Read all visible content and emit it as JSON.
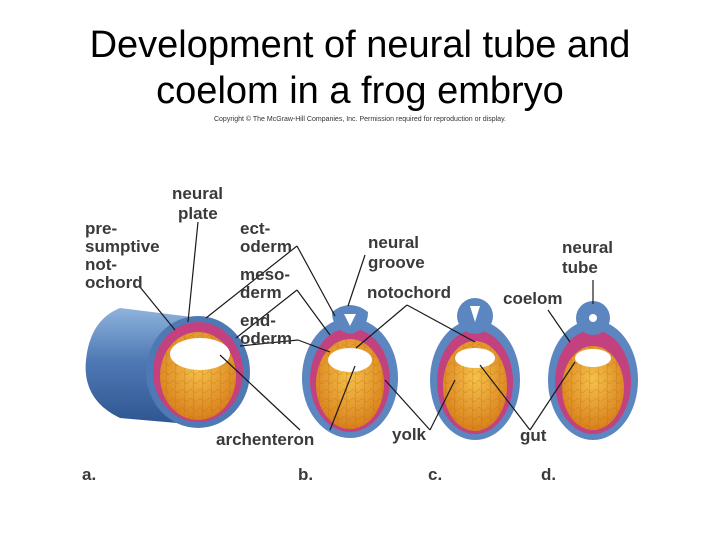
{
  "title_line1": "Development of neural tube and",
  "title_line2": "coelom in a frog embryo",
  "copyright": "Copyright © The McGraw-Hill Companies, Inc. Permission required for reproduction or display.",
  "labels": {
    "neural_plate": [
      "neural",
      "plate"
    ],
    "presumptive_notochord": [
      "pre-",
      "sumptive",
      "not-",
      "ochord"
    ],
    "ectoderm": [
      "ect-",
      "oderm"
    ],
    "mesoderm": [
      "meso-",
      "derm"
    ],
    "endoderm": [
      "end-",
      "oderm"
    ],
    "neural_groove": [
      "neural",
      "groove"
    ],
    "notochord": "notochord",
    "coelom": "coelom",
    "neural_tube": [
      "neural",
      "tube"
    ],
    "archenteron": "archenteron",
    "yolk": "yolk",
    "gut": "gut"
  },
  "panels": [
    "a.",
    "b.",
    "c.",
    "d."
  ],
  "colors": {
    "ectoderm_blue": "#5b86c0",
    "mesoderm_magenta": "#c2417e",
    "yolk_orange": "#e89a2a",
    "archenteron_white": "#ffffff"
  }
}
